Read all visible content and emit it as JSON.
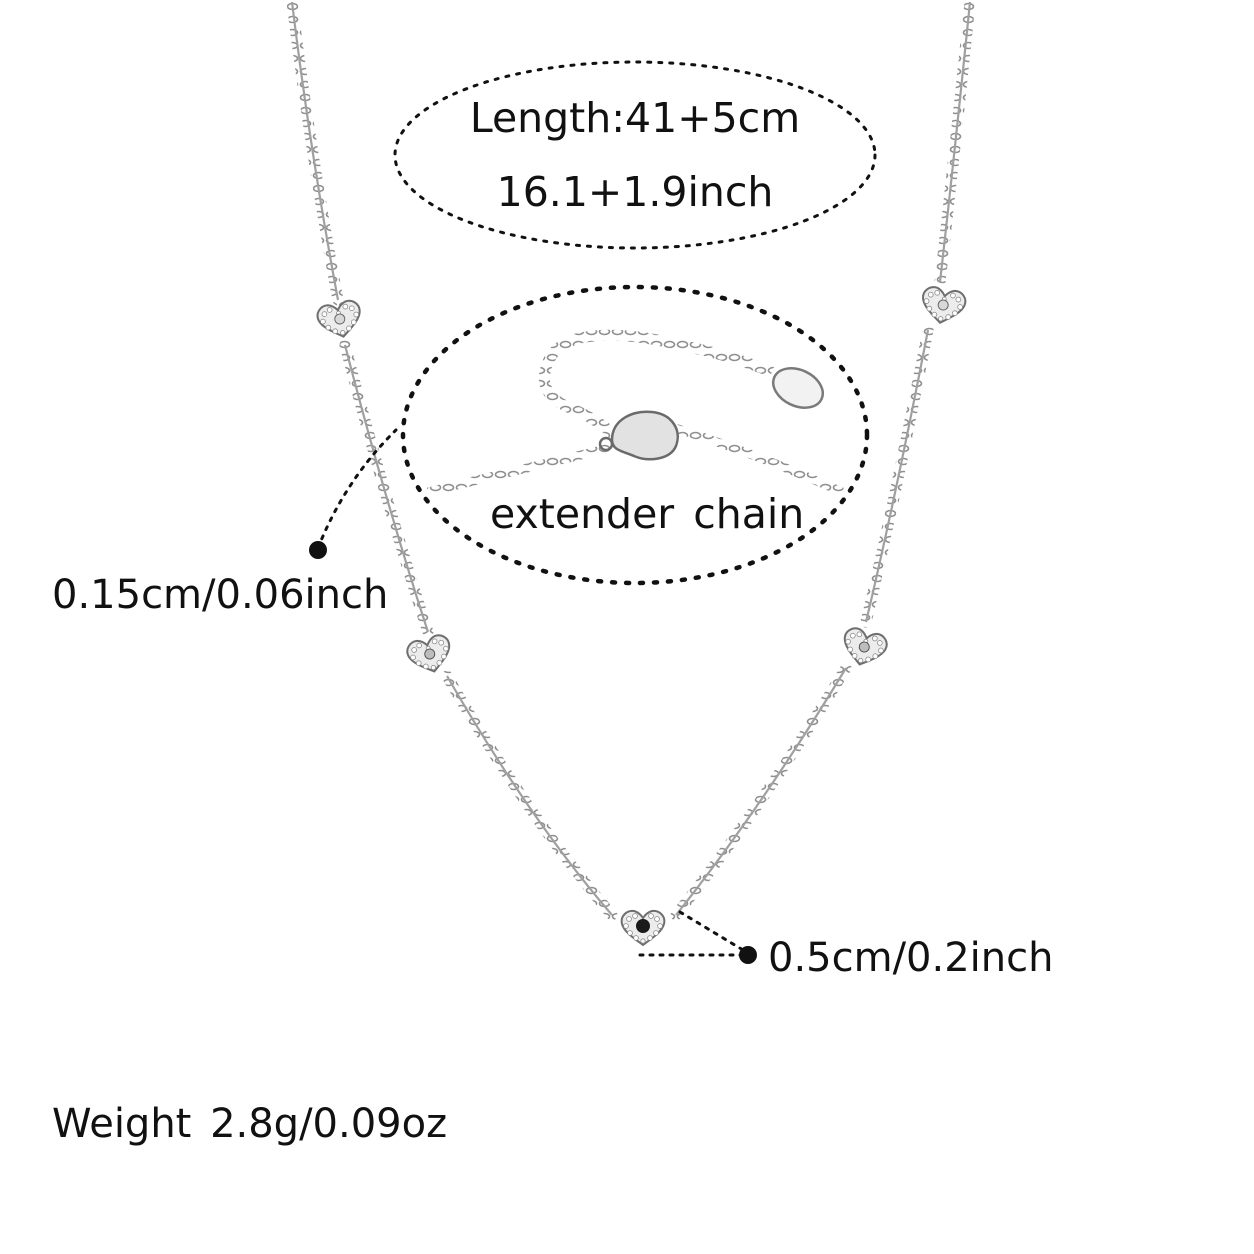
{
  "labels": {
    "length_cm": "Length:41+5cm",
    "length_inch": "16.1+1.9inch",
    "extender": "extender  chain",
    "chain_thickness": "0.15cm/0.06inch",
    "pendant_size": "0.5cm/0.2inch",
    "weight": "Weight  2.8g/0.09oz"
  },
  "colors": {
    "background": "#ffffff",
    "text": "#111111",
    "chain": "#8f8f8f",
    "dots": "#111111",
    "center_stone": "#1a1a1a"
  },
  "icons": [
    "heart-pendant-icon",
    "lobster-clasp-icon",
    "tag-charm-icon"
  ]
}
